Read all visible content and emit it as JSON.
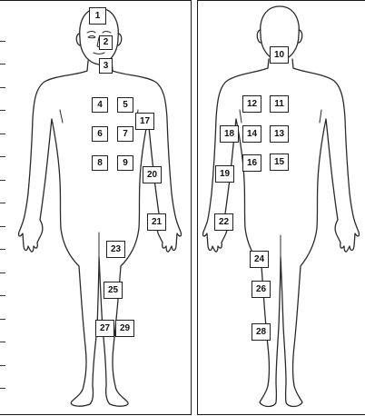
{
  "diagram": {
    "front_sites": [
      {
        "id": "1",
        "label": "1"
      },
      {
        "id": "2",
        "label": "2"
      },
      {
        "id": "3",
        "label": "3"
      },
      {
        "id": "4",
        "label": "4"
      },
      {
        "id": "5",
        "label": "5"
      },
      {
        "id": "6",
        "label": "6"
      },
      {
        "id": "7",
        "label": "7"
      },
      {
        "id": "8",
        "label": "8"
      },
      {
        "id": "9",
        "label": "9"
      },
      {
        "id": "17",
        "label": "17"
      },
      {
        "id": "20",
        "label": "20"
      },
      {
        "id": "21",
        "label": "21"
      },
      {
        "id": "23",
        "label": "23"
      },
      {
        "id": "25",
        "label": "25"
      },
      {
        "id": "27",
        "label": "27"
      },
      {
        "id": "29",
        "label": "29"
      }
    ],
    "back_sites": [
      {
        "id": "10",
        "label": "10"
      },
      {
        "id": "11",
        "label": "11"
      },
      {
        "id": "12",
        "label": "12"
      },
      {
        "id": "13",
        "label": "13"
      },
      {
        "id": "14",
        "label": "14"
      },
      {
        "id": "15",
        "label": "15"
      },
      {
        "id": "16",
        "label": "16"
      },
      {
        "id": "18",
        "label": "18"
      },
      {
        "id": "19",
        "label": "19"
      },
      {
        "id": "22",
        "label": "22"
      },
      {
        "id": "24",
        "label": "24"
      },
      {
        "id": "26",
        "label": "26"
      },
      {
        "id": "28",
        "label": "28"
      }
    ]
  }
}
